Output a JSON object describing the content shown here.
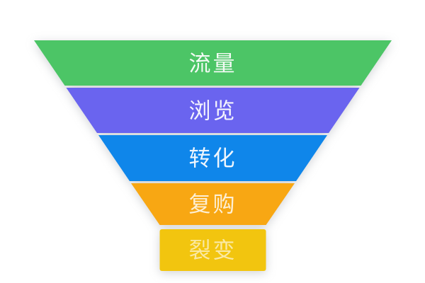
{
  "chart_data": {
    "type": "funnel",
    "title": "",
    "orientation": "wide-top",
    "values_shown": false,
    "legend": "none",
    "background": "#ffffff",
    "label_color": "#ffffff",
    "stages": [
      {
        "label": "流量",
        "color": "#4cc566"
      },
      {
        "label": "浏览",
        "color": "#6a64ef"
      },
      {
        "label": "转化",
        "color": "#0f86ea"
      },
      {
        "label": "复购",
        "color": "#f8a713"
      },
      {
        "label": "裂变",
        "color": "#f2c50f"
      }
    ],
    "relative_widths": [
      1.0,
      0.81,
      0.63,
      0.44,
      0.3
    ]
  }
}
